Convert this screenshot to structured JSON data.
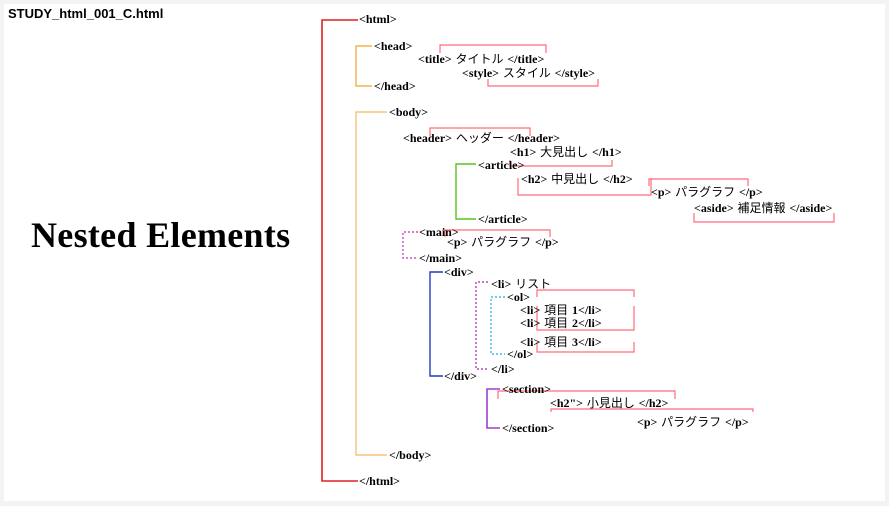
{
  "file_title": "STUDY_html_001_C.html",
  "main_title": "Nested Elements",
  "colors": {
    "html": "#e02020",
    "head": "#f3b24a",
    "body": "#f5c27a",
    "article": "#58c41e",
    "main": "#c42fb3",
    "div": "#1f3fbf",
    "li": "#b31fb3",
    "ol": "#1ab0e0",
    "section": "#9b3fd6",
    "bracket": "#ff6b7a"
  },
  "nodes": {
    "html_open": {
      "open": "<html>",
      "text": "",
      "close": ""
    },
    "head_open": {
      "open": "<head>",
      "text": "",
      "close": ""
    },
    "title": {
      "open": "<title>",
      "text": " タイトル ",
      "close": "</title>"
    },
    "style": {
      "open": "<style>",
      "text": " スタイル ",
      "close": "</style>"
    },
    "head_close": {
      "open": "</head>",
      "text": "",
      "close": ""
    },
    "body_open": {
      "open": "<body>",
      "text": "",
      "close": ""
    },
    "header": {
      "open": "<header>",
      "text": " ヘッダー ",
      "close": "</header>"
    },
    "h1": {
      "open": "<h1>",
      "text": " 大見出し ",
      "close": "</h1>"
    },
    "article_open": {
      "open": "<article>",
      "text": "",
      "close": ""
    },
    "h2": {
      "open": "<h2>",
      "text": " 中見出し ",
      "close": "</h2>"
    },
    "p1": {
      "open": "<p>",
      "text": " パラグラフ ",
      "close": "</p>"
    },
    "aside": {
      "open": "<aside>",
      "text": " 補足情報 ",
      "close": "</aside>"
    },
    "article_close": {
      "open": "</article>",
      "text": "",
      "close": ""
    },
    "main_open": {
      "open": "<main>",
      "text": "",
      "close": ""
    },
    "p2": {
      "open": "<p>",
      "text": " パラグラフ ",
      "close": "</p>"
    },
    "main_close": {
      "open": "</main>",
      "text": "",
      "close": ""
    },
    "div_open": {
      "open": "<div>",
      "text": "",
      "close": ""
    },
    "li_list": {
      "open": "<li>",
      "text": " リスト",
      "close": ""
    },
    "ol_open": {
      "open": "<ol>",
      "text": "",
      "close": ""
    },
    "li1": {
      "open": "<li>",
      "text": " 項目 ",
      "close": "1</li>"
    },
    "li2": {
      "open": "<li>",
      "text": " 項目 ",
      "close": "2</li>"
    },
    "li3": {
      "open": "<li>",
      "text": " 項目 ",
      "close": "3</li>"
    },
    "ol_close": {
      "open": "</ol>",
      "text": "",
      "close": ""
    },
    "li_close": {
      "open": "</li>",
      "text": "",
      "close": ""
    },
    "div_close": {
      "open": "</div>",
      "text": "",
      "close": ""
    },
    "section_open": {
      "open": "<section>",
      "text": "",
      "close": ""
    },
    "h2b": {
      "open": "<h2\">",
      "text": " 小見出し ",
      "close": "</h2>"
    },
    "p3": {
      "open": "<p>",
      "text": " パラグラフ ",
      "close": "</p>"
    },
    "section_close": {
      "open": "</section>",
      "text": "",
      "close": ""
    },
    "body_close": {
      "open": "</body>",
      "text": "",
      "close": ""
    },
    "html_close": {
      "open": "</html>",
      "text": "",
      "close": ""
    }
  }
}
